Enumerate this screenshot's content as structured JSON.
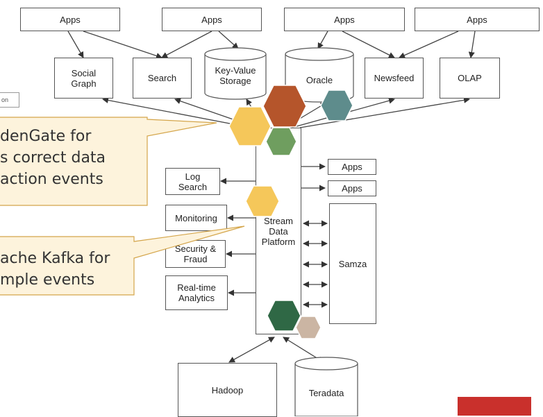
{
  "diagram": {
    "apps_top": [
      "Apps",
      "Apps",
      "Apps",
      "Apps"
    ],
    "consumers": {
      "social_graph": "Social\nGraph",
      "search": "Search",
      "key_value_storage": "Key-Value\nStorage",
      "oracle": "Oracle",
      "newsfeed": "Newsfeed",
      "olap": "OLAP"
    },
    "left_systems": {
      "log_search": "Log\nSearch",
      "monitoring": "Monitoring",
      "security_fraud": "Security &\nFraud",
      "realtime_analytics": "Real-time\nAnalytics"
    },
    "platform": "Stream\nData\nPlatform",
    "right_apps": [
      "Apps",
      "Apps"
    ],
    "samza": "Samza",
    "hadoop": "Hadoop",
    "teradata": "Teradata",
    "partial_box_text": "on"
  },
  "callouts": {
    "goldengate": [
      "denGate for",
      "s correct data",
      "action events"
    ],
    "kafka": [
      "ache Kafka for",
      "mple events"
    ]
  },
  "hexagon_colors": {
    "yellow": "#f5c75a",
    "rust": "#b5552b",
    "teal": "#5e8c8c",
    "green": "#6f9e5f",
    "dark_green": "#2f6845",
    "tan": "#cbb5a3"
  },
  "accent": "#c9302c"
}
